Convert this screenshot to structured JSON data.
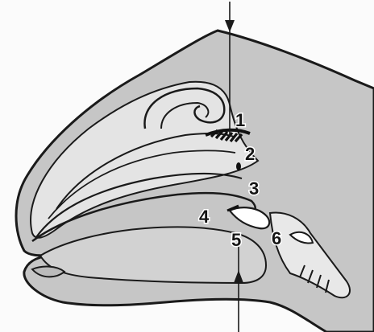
{
  "labels": {
    "l1": "1",
    "l2": "2",
    "l3": "3",
    "l4": "4",
    "l5": "5",
    "l6": "6"
  },
  "colors": {
    "outline": "#1a1a1a",
    "shade": "#bdbdbd",
    "light_shade": "#d6d6d6",
    "background": "#fbfbfb"
  }
}
